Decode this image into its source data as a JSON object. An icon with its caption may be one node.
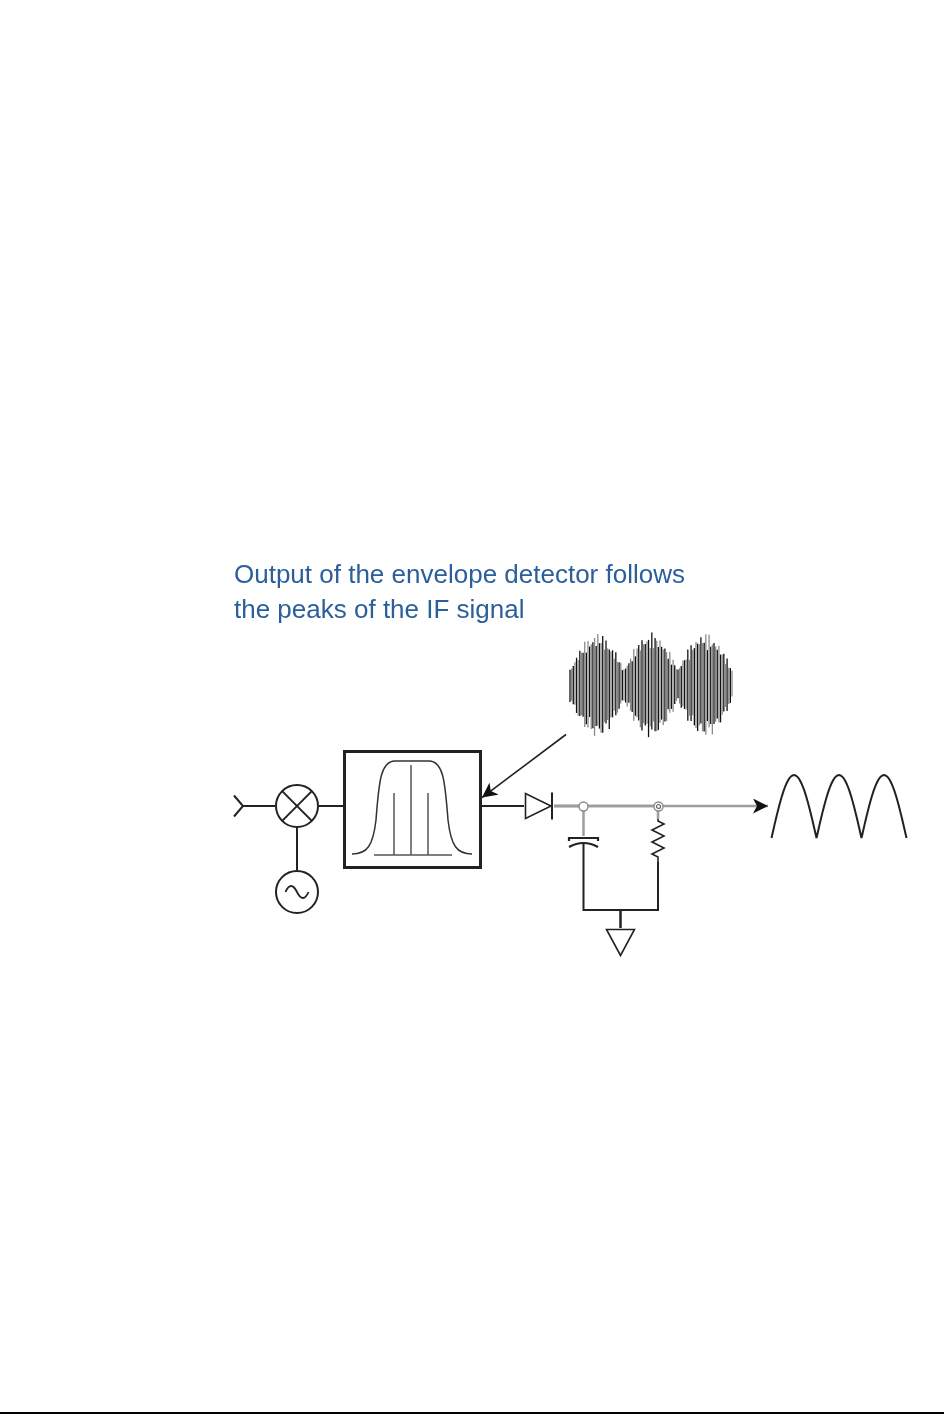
{
  "diagram": {
    "title": "Output of the envelope detector follows the peaks of the IF signal",
    "nodes": [
      {
        "text": [],
        "shape": "circle"
      },
      {
        "text": [],
        "shape": "circle"
      },
      {
        "text": [],
        "shape": "box"
      },
      {
        "text": [],
        "shape": "picture"
      },
      {
        "text": [],
        "shape": "diode"
      },
      {
        "text": [],
        "shape": "capacitor"
      },
      {
        "text": [],
        "shape": "resistor"
      },
      {
        "text": [],
        "shape": "ground"
      },
      {
        "text": [],
        "shape": "picture"
      }
    ],
    "edges": [
      {
        "from": null,
        "to": 0,
        "arrow": "other"
      },
      {
        "from": 1,
        "to": 0,
        "arrow": "none"
      },
      {
        "from": 0,
        "to": 2,
        "arrow": "none"
      },
      {
        "from": 2,
        "to": 4,
        "arrow": "none"
      },
      {
        "from": 3,
        "to": 2,
        "arrow": "to"
      },
      {
        "from": 4,
        "to": 8,
        "arrow": "to",
        "color": "#9d9d9d"
      },
      {
        "from": 4,
        "to": 5,
        "arrow": "none",
        "color": "#9d9d9d"
      },
      {
        "from": 4,
        "to": 6,
        "arrow": "none",
        "color": "#9d9d9d"
      },
      {
        "from": 5,
        "to": 7,
        "arrow": "none"
      },
      {
        "from": 6,
        "to": 7,
        "arrow": "none"
      }
    ]
  }
}
